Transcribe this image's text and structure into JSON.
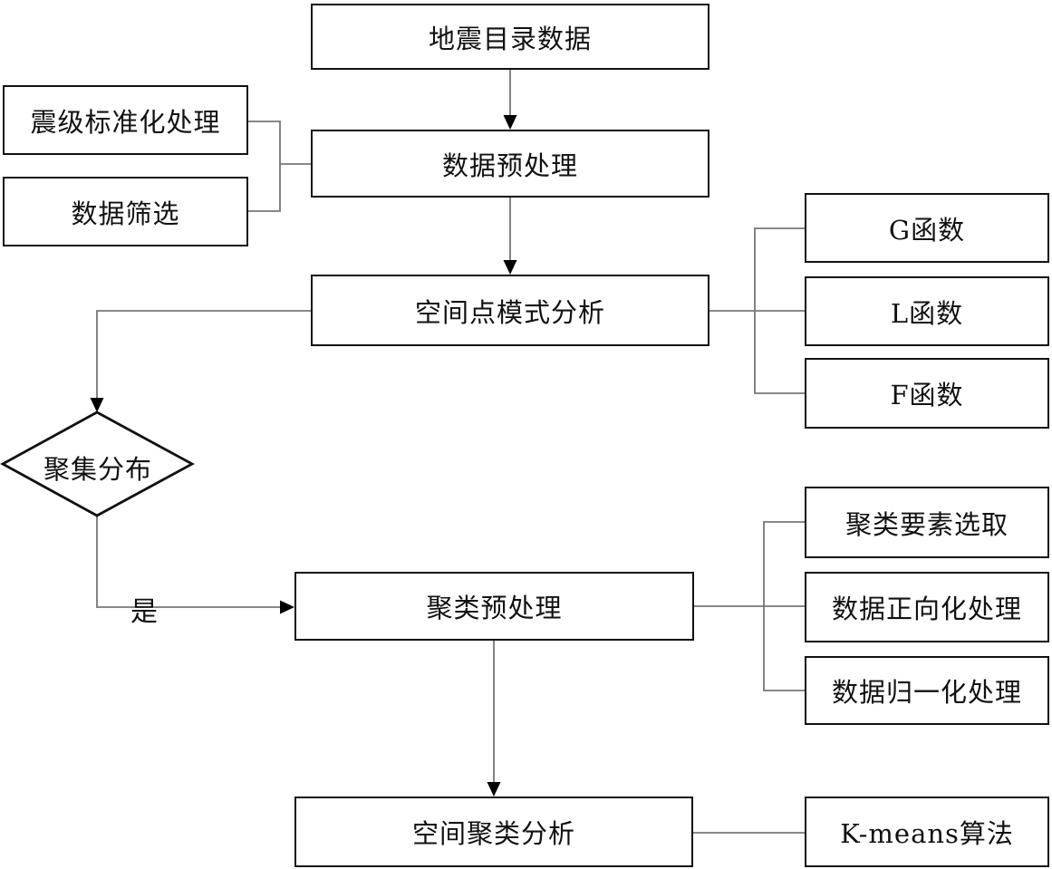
{
  "diagram_type": "flowchart",
  "nodes": {
    "earthquake_catalog": {
      "label": "地震目录数据"
    },
    "magnitude_standardization": {
      "label": "震级标准化处理"
    },
    "data_filtering": {
      "label": "数据筛选"
    },
    "data_preprocessing": {
      "label": "数据预处理"
    },
    "spatial_point_pattern": {
      "label": "空间点模式分析"
    },
    "g_function": {
      "label": "G函数"
    },
    "l_function": {
      "label": "L函数"
    },
    "f_function": {
      "label": "F函数"
    },
    "cluster_decision": {
      "label": "聚集分布"
    },
    "clustering_preprocessing": {
      "label": "聚类预处理"
    },
    "cluster_element_selection": {
      "label": "聚类要素选取"
    },
    "data_positivization": {
      "label": "数据正向化处理"
    },
    "data_normalization": {
      "label": "数据归一化处理"
    },
    "spatial_clustering": {
      "label": "空间聚类分析"
    },
    "kmeans_algorithm": {
      "label": "K-means算法"
    }
  },
  "edges": {
    "decision_yes_label": "是"
  },
  "colors": {
    "background": "#ffffff",
    "node_border": "#111111",
    "connector": "#777777",
    "arrowhead": "#000000",
    "text": "#111111"
  }
}
